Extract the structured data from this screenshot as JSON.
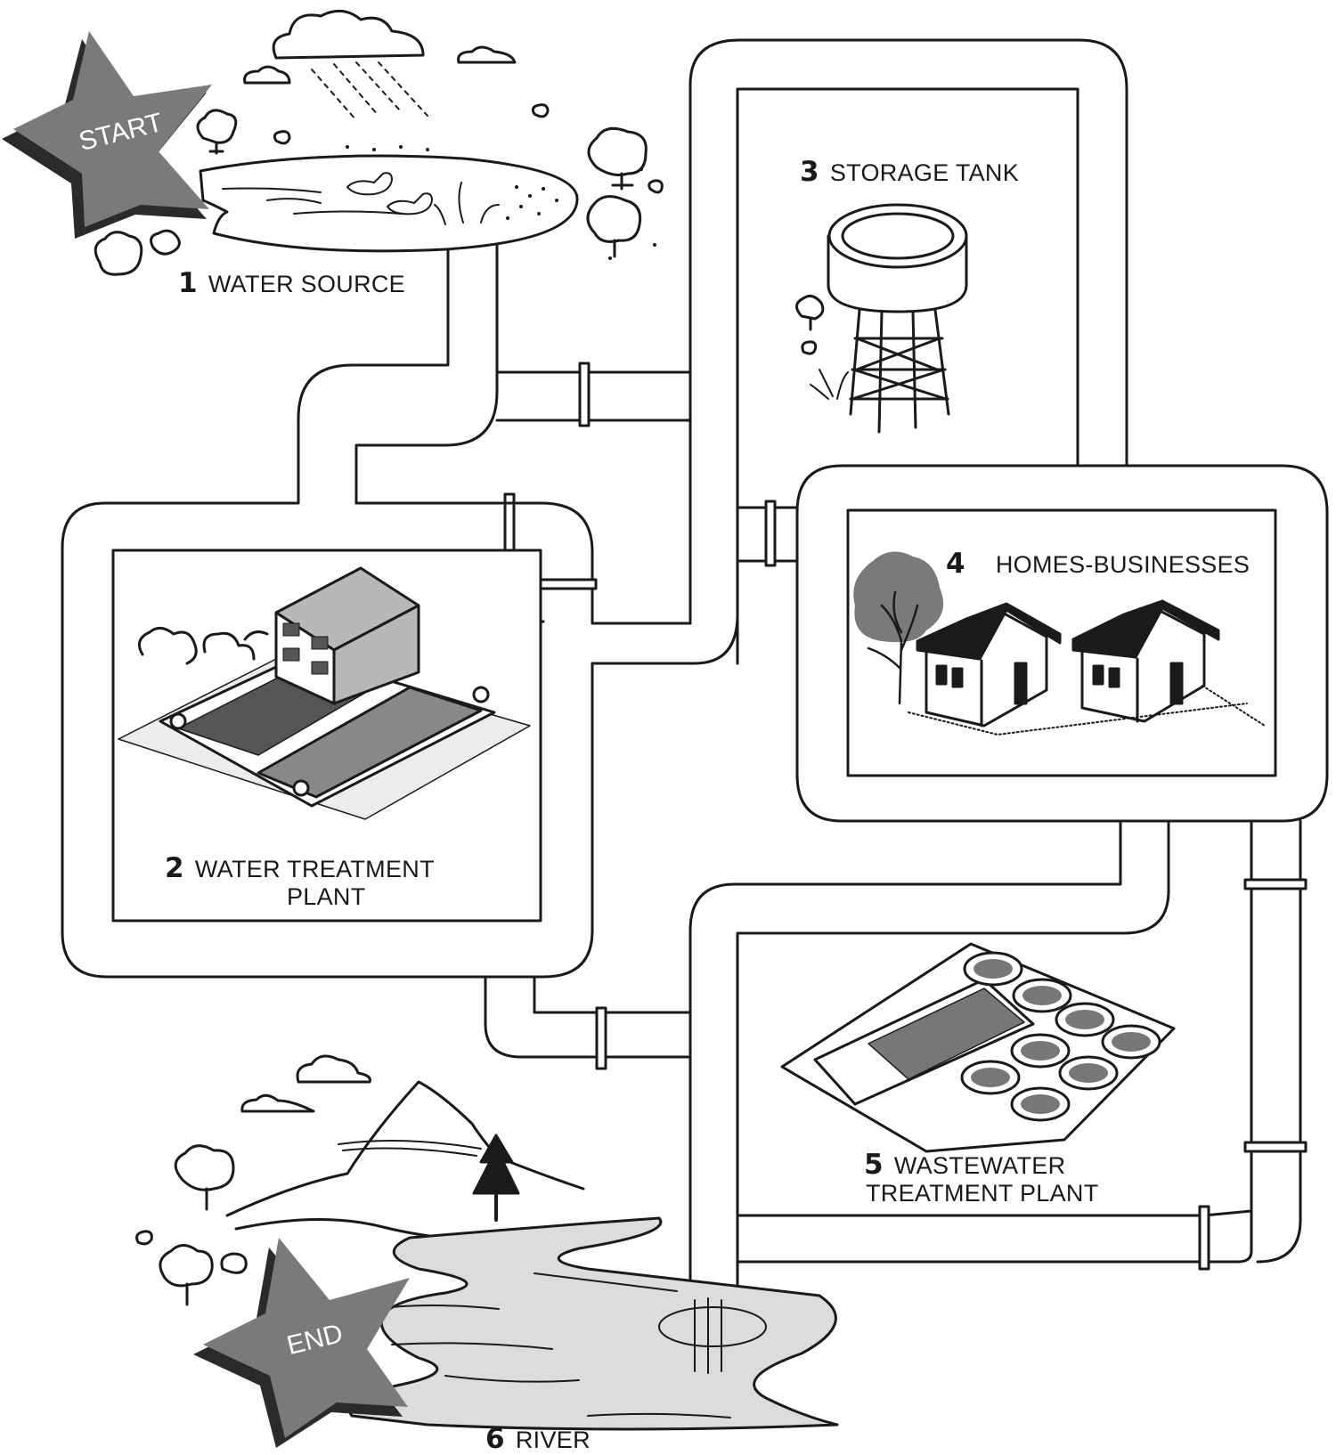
{
  "start": {
    "label": "START"
  },
  "end": {
    "label": "END"
  },
  "stages": [
    {
      "number": "1",
      "name": "WATER SOURCE"
    },
    {
      "number": "2",
      "name": "WATER TREATMENT",
      "name_line2": "PLANT"
    },
    {
      "number": "3",
      "name": "STORAGE TANK"
    },
    {
      "number": "4",
      "name": "HOMES-BUSINESSES"
    },
    {
      "number": "5",
      "name": "WASTEWATER",
      "name_line2": "TREATMENT PLANT"
    },
    {
      "number": "6",
      "name": "RIVER"
    }
  ],
  "colors": {
    "line": "#1a1a1a",
    "star_fill": "#7a7a7a",
    "star_shadow": "#2a2a2a",
    "panel_gray": "#b8b8b8",
    "water": "#dcdcdc"
  }
}
